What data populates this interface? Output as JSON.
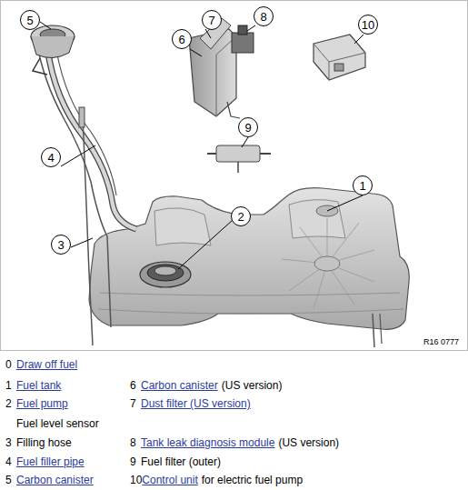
{
  "diagram": {
    "nodes": [
      {
        "text": [
          "5"
        ]
      },
      {
        "text": [
          "7"
        ]
      },
      {
        "text": [
          "8"
        ]
      },
      {
        "text": [
          "10"
        ]
      },
      {
        "text": [
          "6"
        ]
      },
      {
        "text": [
          "9"
        ]
      },
      {
        "text": [
          "4"
        ]
      },
      {
        "text": [
          "1"
        ]
      },
      {
        "text": [
          "2"
        ]
      },
      {
        "text": [
          "3"
        ]
      }
    ],
    "labels": [
      "R16 0777",
      "0",
      "Draw off fuel",
      "1",
      "Fuel tank",
      "6",
      "Carbon canister",
      "(US version)",
      "2",
      "Fuel pump",
      "7",
      "Dust filter (US version)",
      "Fuel level sensor",
      "3",
      "Filling hose",
      "8",
      "Tank leak diagnosis module",
      "(US version)",
      "4",
      "Fuel filler pipe",
      "9",
      "Fuel filter (outer)",
      "5",
      "Carbon canister",
      "10",
      "Control unit",
      "for electric fuel pump"
    ]
  }
}
